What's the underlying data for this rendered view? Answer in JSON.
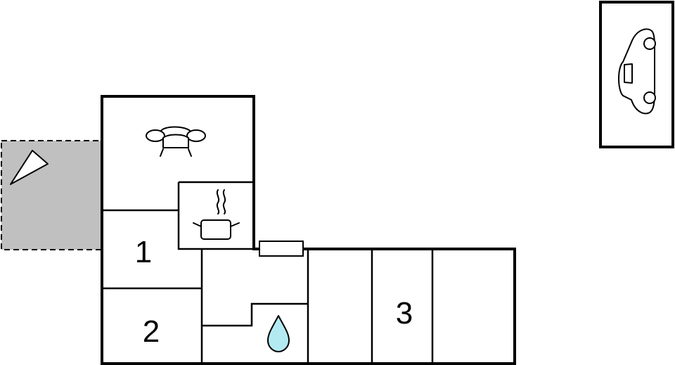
{
  "floorplan": {
    "room_labels": {
      "bedroom_1": "1",
      "bedroom_2": "2",
      "bedroom_3": "3"
    },
    "icons": {
      "living_room": "sofa-icon",
      "kitchen": "cooking-pot-icon",
      "bathroom": "water-drop-icon",
      "terrace": "sun-umbrella-icon",
      "parking": "car-icon"
    },
    "colors": {
      "walls": "#000000",
      "background": "#ffffff",
      "terrace_fill": "#c0c0c0",
      "water_drop_fill": "#b3eaf2"
    }
  }
}
